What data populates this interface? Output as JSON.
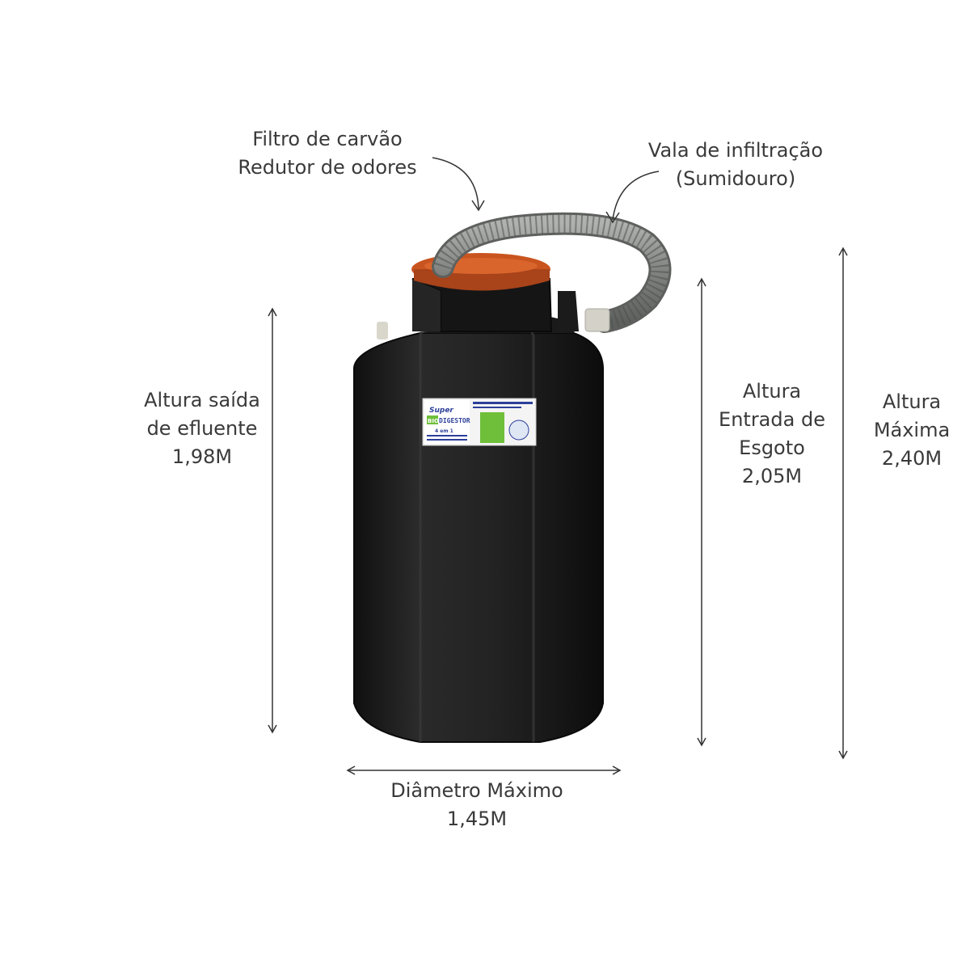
{
  "annotations": {
    "filter": {
      "line1": "Filtro de carvão",
      "line2": "Redutor de odores"
    },
    "vala": {
      "line1": "Vala de infiltração",
      "line2": "(Sumidouro)"
    },
    "saida": {
      "line1": "Altura saída",
      "line2": "de efluente",
      "value": "1,98M"
    },
    "entrada": {
      "line1": "Altura",
      "line2": "Entrada de",
      "line3": "Esgoto",
      "value": "2,05M"
    },
    "maxima": {
      "line1": "Altura",
      "line2": "Máxima",
      "value": "2,40M"
    },
    "diametro": {
      "line1": "Diâmetro Máximo",
      "value": "1,45M"
    }
  },
  "product_label": {
    "brand_top": "Super",
    "brand_mid": "BIO",
    "brand_main": "DIGESTOR",
    "badge": "4 em 1"
  },
  "colors": {
    "tank_body": "#1f1f1f",
    "lid": "#c9541f",
    "hose": "#8c8e8c",
    "text": "#3a3a3a",
    "label_blue": "#2c3f9a",
    "label_green": "#6fbf3a"
  }
}
